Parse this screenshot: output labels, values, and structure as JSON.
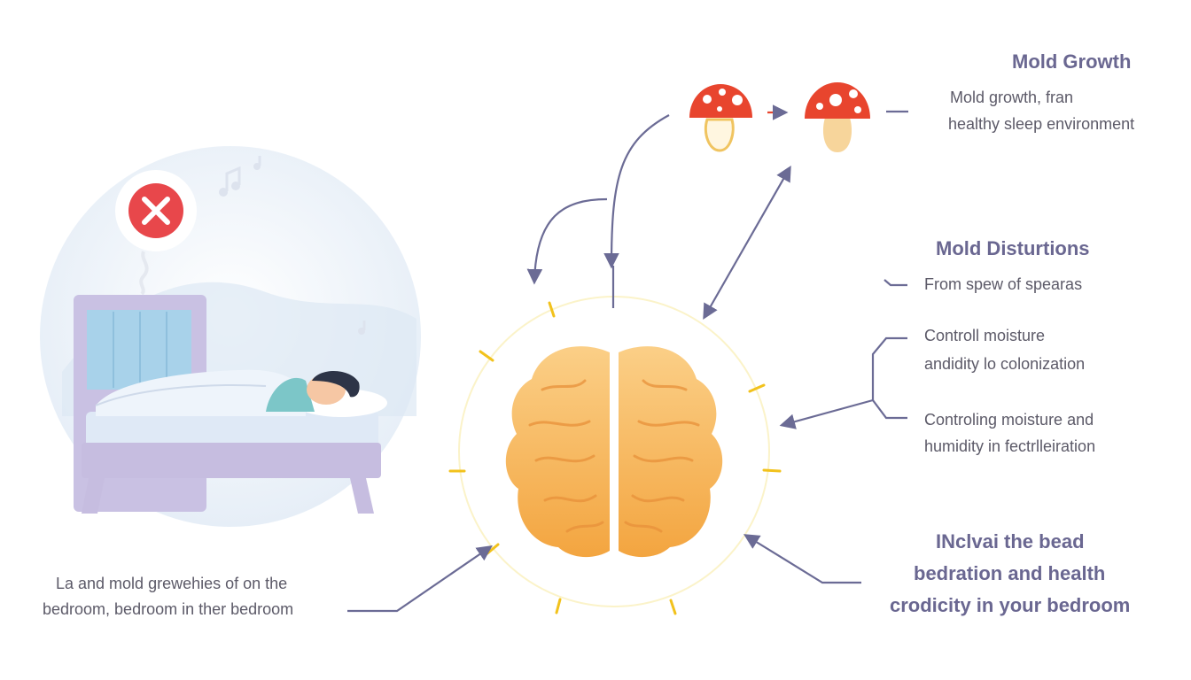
{
  "sections": {
    "mold_growth": {
      "title": "Mold Growth",
      "line1": "Mold growth, fran",
      "line2": "healthy sleep environment"
    },
    "mold_disturbances": {
      "title": "Mold Disturtions",
      "item1": "From spew of spearas"
    },
    "moisture": {
      "item1_line1": "Controll moisture",
      "item1_line2": "andidity lo colonization",
      "item2_line1": "Controling moisture and",
      "item2_line2": "humidity in fectrlleiration"
    },
    "bottom_right": {
      "line1": "INclvai the bead",
      "line2": "bedration and health",
      "line3": "crodicity in your bedroom"
    },
    "bottom_left": {
      "line1": "La and mold grewehies of on the",
      "line2": "bedroom, bedroom in ther bedroom"
    }
  },
  "icons": [
    "error-x-icon",
    "music-note-icon",
    "mushroom-icon",
    "brain-icon",
    "bed-icon",
    "sleeping-person-icon"
  ],
  "colors": {
    "heading": "#6a6791",
    "body_text": "#5c5a68",
    "arrow": "#6b6b95",
    "mushroom_cap": "#e8452e",
    "brain": "#f6b45c",
    "error_badge": "#e8474b",
    "bed_frame": "#c9c1e3",
    "glow_ray": "#f2c21c"
  }
}
